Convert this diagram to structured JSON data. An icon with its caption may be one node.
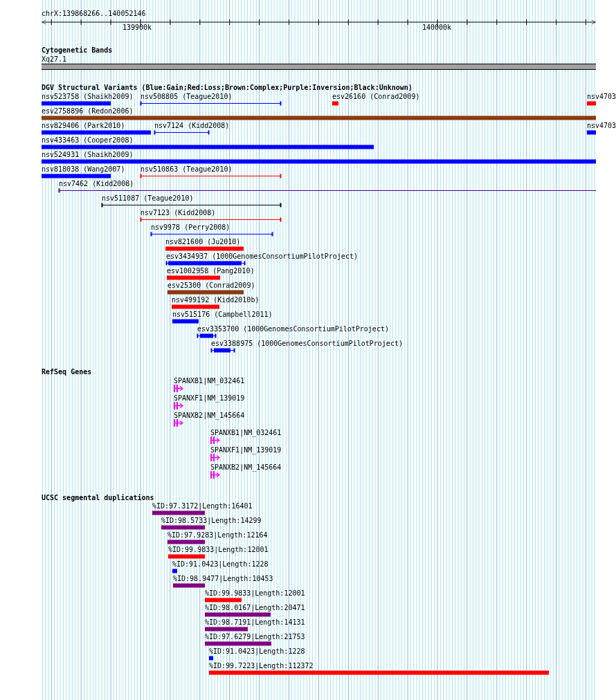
{
  "diagram": {
    "labels": [
      "chrX:139868266..140052146",
      "139900k",
      "140000k",
      "Cytogenetic Bands",
      "Xq27.1",
      "DGV Structural Variants (Blue:Gain;Red:Loss;Brown:Complex;Purple:Inversion;Black:Unknown)",
      "nsv523758 (Shaikh2009)",
      "nsv508805 (Teague2010)",
      "esv26160 (Conrad2009)",
      "nsv4703",
      "esv2758896 (Redon2006)",
      "nsv829406 (Park2010)",
      "nsv7124 (Kidd2008)",
      "nsv4703",
      "nsv433463 (Cooper2008)",
      "nsv524931 (Shaikh2009)",
      "nsv818038 (Wang2007)",
      "nsv510863 (Teague2010)",
      "nsv7462 (Kidd2008)",
      "nsv511087 (Teague2010)",
      "nsv7123 (Kidd2008)",
      "nsv9978 (Perry2008)",
      "nsv821600 (Ju2010)",
      "esv3434937 (1000GenomesConsortiumPilotProject)",
      "esv1002958 (Pang2010)",
      "esv25300 (Conrad2009)",
      "nsv499192 (Kidd2010b)",
      "nsv515176 (Campbell2011)",
      "esv3353700 (1000GenomesConsortiumPilotProject)",
      "esv3388975 (1000GenomesConsortiumPilotProject)",
      "RefSeq Genes",
      "SPANXB1|NM_032461",
      "SPANXF1|NM_139019",
      "SPANXB2|NM_145664",
      "SPANXB1|NM_032461",
      "SPANXF1|NM_139019",
      "SPANXB2|NM_145664",
      "UCSC segmental duplications",
      "%ID:97.3172|Length:16401",
      "%ID:98.5733|Length:14299",
      "%ID:97.9283|Length:12164",
      "%ID:99.9833|Length:12001",
      "%ID:91.0423|Length:1228",
      "%ID:98.9477|Length:10453",
      "%ID:99.9833|Length:12001",
      "%ID:98.0167|Length:20471",
      "%ID:98.7191|Length:14131",
      "%ID:97.6279|Length:21753",
      "%ID:91.0423|Length:1228",
      "%ID:99.7223|Length:112372"
    ]
  }
}
